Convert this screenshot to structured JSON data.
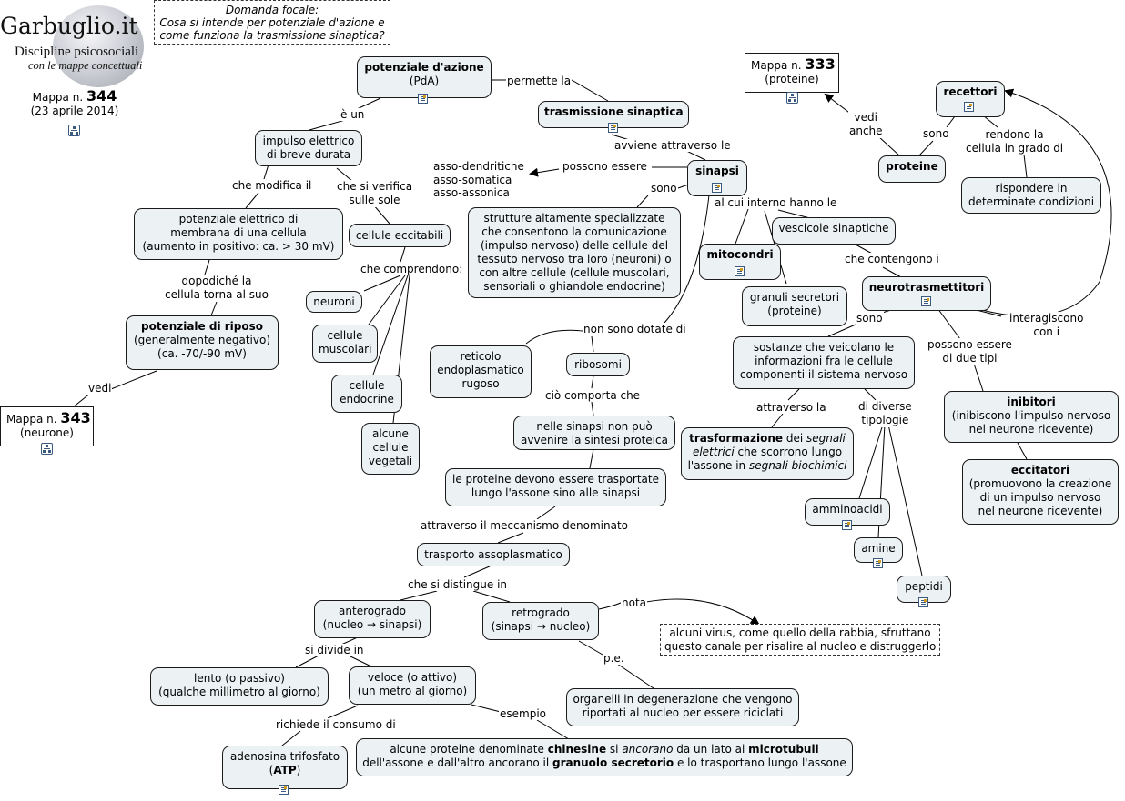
{
  "logo": {
    "title": "Garbuglio.it",
    "subtitle": "Discipline psicosociali",
    "tagline": "con le mappe concettuali"
  },
  "header": {
    "map_prefix": "Mappa n.",
    "map_number": "344",
    "date": "(23 aprile 2014)"
  },
  "focus": {
    "line1": "Domanda focale:",
    "line2": "Cosa si intende per potenziale d'azione e",
    "line3": "come funziona la trasmissione sinaptica?"
  },
  "nodes": {
    "pda_title": "potenziale d'azione",
    "pda_sub": "(PdA)",
    "trasmissione": "trasmissione sinaptica",
    "mappa333_prefix": "Mappa n.",
    "mappa333_num": "333",
    "mappa333_sub": "(proteine)",
    "recettori": "recettori",
    "proteine": "proteine",
    "rispondere_1": "rispondere in",
    "rispondere_2": "determinate condizioni",
    "impulso_1": "impulso elettrico",
    "impulso_2": "di breve durata",
    "asso_1": "asso-dendritiche",
    "asso_2": "asso-somatica",
    "asso_3": "asso-assonica",
    "sinapsi": "sinapsi",
    "potenziale_elettrico_1": "potenziale elettrico di",
    "potenziale_elettrico_2": "membrana di una cellula",
    "potenziale_elettrico_3": "(aumento in positivo: ca. > 30 mV)",
    "cellule_eccitabili": "cellule eccitabili",
    "strutture_1": "strutture altamente specializzate",
    "strutture_2": "che consentono la comunicazione",
    "strutture_3": "(impulso nervoso) delle cellule del",
    "strutture_4": "tessuto nervoso tra loro (neuroni) o",
    "strutture_5": "con altre cellule (cellule muscolari,",
    "strutture_6": "sensoriali o ghiandole endocrine)",
    "vescicole": "vescicole sinaptiche",
    "mitocondri": "mitocondri",
    "neuroni": "neuroni",
    "granuli_1": "granuli secretori",
    "granuli_2": "(proteine)",
    "neurotrasmettitori": "neurotrasmettitori",
    "riposo_title": "potenziale di riposo",
    "riposo_2": "(generalmente negativo)",
    "riposo_3": "(ca. -70/-90 mV)",
    "muscolari_1": "cellule",
    "muscolari_2": "muscolari",
    "reticolo_1": "reticolo",
    "reticolo_2": "endoplasmatico",
    "reticolo_3": "rugoso",
    "ribosomi": "ribosomi",
    "sostanze_1": "sostanze che veicolano le",
    "sostanze_2": "informazioni fra le cellule",
    "sostanze_3": "componenti il sistema nervoso",
    "endocrine_1": "cellule",
    "endocrine_2": "endocrine",
    "inibitori_title": "inibitori",
    "inibitori_2": "(inibiscono l'impulso nervoso",
    "inibitori_3": "nel neurone ricevente)",
    "mappa343_prefix": "Mappa n.",
    "mappa343_num": "343",
    "mappa343_sub": "(neurone)",
    "nelle_sinapsi_1": "nelle sinapsi non può",
    "nelle_sinapsi_2": "avvenire la sintesi proteica",
    "trasformazione_bold": "trasformazione",
    "trasformazione_1b": " dei ",
    "trasformazione_1c": "segnali",
    "trasformazione_2a": "elettrici",
    "trasformazione_2b": "  che scorrono lungo",
    "trasformazione_3a": "l'assone in ",
    "trasformazione_3b": "segnali biochimici",
    "vegetali_1": "alcune",
    "vegetali_2": "cellule",
    "vegetali_3": "vegetali",
    "eccitatori_title": "eccitatori",
    "eccitatori_2": "(promuovono la creazione",
    "eccitatori_3": "di un impulso nervoso",
    "eccitatori_4": "nel neurone ricevente)",
    "proteine_trasp_1": "le proteine devono essere trasportate",
    "proteine_trasp_2": "lungo l'assone sino alle sinapsi",
    "amminoacidi": "amminoacidi",
    "amine": "amine",
    "trasporto": "trasporto assoplasmatico",
    "peptidi": "peptidi",
    "anterogrado_1": "anterogrado",
    "anterogrado_2": "(nucleo → sinapsi)",
    "retrogrado_1": "retrogrado",
    "retrogrado_2": "(sinapsi → nucleo)",
    "virus_1": "alcuni virus, come quello della rabbia, sfruttano",
    "virus_2": "questo canale per risalire al nucleo e distruggerlo",
    "lento_1": "lento (o passivo)",
    "lento_2": "(qualche millimetro al giorno)",
    "veloce_1": "veloce (o attivo)",
    "veloce_2": "(un metro al giorno)",
    "organelli_1": "organelli in degenerazione che vengono",
    "organelli_2": "riportati al nucleo per essere riciclati",
    "atp_1": "adenosina trifosfato",
    "atp_2a": "(",
    "atp_2b": "ATP",
    "atp_2c": ")",
    "chinesine_1a": "alcune proteine denominate ",
    "chinesine_1b": "chinesine",
    "chinesine_1c": " si ",
    "chinesine_1d": "ancorano",
    "chinesine_1e": "  da un lato ai ",
    "chinesine_1f": "microtubuli",
    "chinesine_2a": "dell'assone e dall'altro ancorano il ",
    "chinesine_2b": "granuolo secretorio",
    "chinesine_2c": " e lo trasportano lungo l'assone"
  },
  "links": {
    "permette_la": "permette la",
    "e_un": "è un",
    "vedi_anche_1": "vedi",
    "vedi_anche_2": "anche",
    "sono_recettori": "sono",
    "rendono_1": "rendono la",
    "rendono_2": "cellula in grado di",
    "avviene": "avviene attraverso le",
    "possono_essere": "possono essere",
    "che_modifica": "che modifica il",
    "che_si_verifica_1": "che si verifica",
    "che_si_verifica_2": "sulle sole",
    "sono_sinapsi": "sono",
    "al_cui_interno": "al cui interno hanno le",
    "che_comprendono": "che comprendono:",
    "che_contengono": "che contengono i",
    "dopodiche_1": "dopodiché la",
    "dopodiche_2": "cellula torna al suo",
    "interagiscono_1": "interagiscono",
    "interagiscono_2": "con i",
    "sono_neuro": "sono",
    "non_sono_dotate": "non sono dotate di",
    "possono_essere_due_1": "possono essere",
    "possono_essere_due_2": "di due tipi",
    "vedi": "vedi",
    "cio_comporta": "ciò comporta che",
    "attraverso_la": "attraverso la",
    "diverse_1": "di diverse",
    "diverse_2": "tipologie",
    "meccanismo": "attraverso il meccanismo denominato",
    "si_distingue": "che si distingue in",
    "nota": "nota",
    "si_divide": "si divide in",
    "pe": "p.e.",
    "esempio": "esempio",
    "richiede": "richiede il consumo di"
  }
}
